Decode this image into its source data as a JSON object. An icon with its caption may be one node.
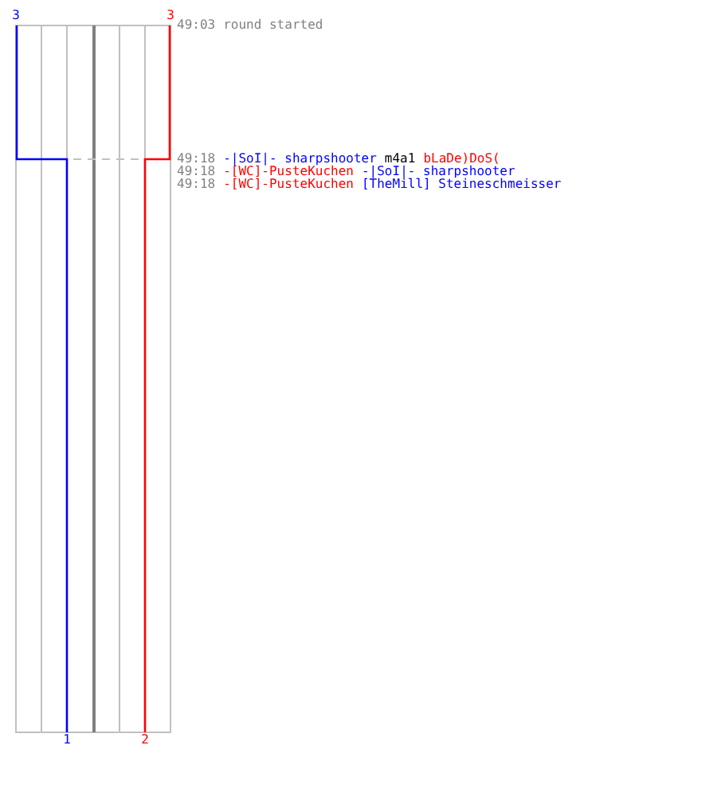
{
  "diagram": {
    "labels": [
      "3",
      "3",
      "49:03",
      "round started",
      "49:18",
      "-|SoI|- sharpshooter",
      "m4a1",
      "bLaDe)DoS(",
      "49:18",
      "-[WC]-PusteKuchen",
      "-|SoI|- sharpshooter",
      "49:18",
      "-[WC]-PusteKuchen",
      "[TheMill] Steineschmeisser",
      "1",
      "2"
    ]
  }
}
